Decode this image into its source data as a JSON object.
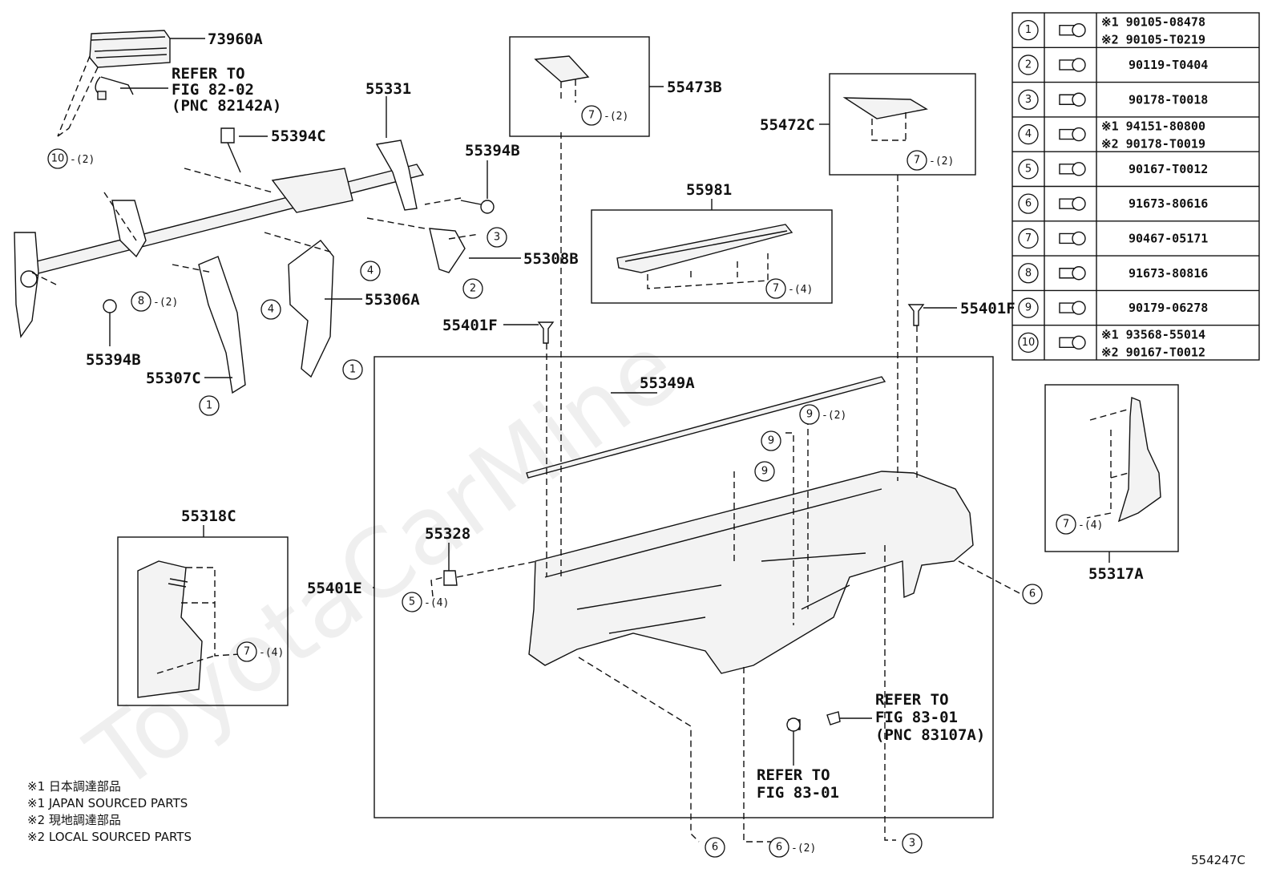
{
  "watermark": "ToyotaCarMine",
  "diagram_id": "554247C",
  "part_labels": {
    "p73960A": "73960A",
    "p55331": "55331",
    "p55394C": "55394C",
    "p55473B": "55473B",
    "p55472C": "55472C",
    "p55394B_top": "55394B",
    "p55981": "55981",
    "p55308B": "55308B",
    "p55306A": "55306A",
    "p55394B_left": "55394B",
    "p55307C": "55307C",
    "p55401F_mid": "55401F",
    "p55401F_right": "55401F",
    "p55349A": "55349A",
    "p55318C": "55318C",
    "p55328": "55328",
    "p55401E": "55401E",
    "p55317A": "55317A"
  },
  "refer_notes": {
    "fig82": [
      "REFER TO",
      "FIG 82-02",
      "(PNC 82142A)"
    ],
    "fig83_pnc": [
      "REFER TO",
      "FIG 83-01",
      "(PNC 83107A)"
    ],
    "fig83": [
      "REFER TO",
      "FIG 83-01"
    ]
  },
  "fastener_callouts": [
    {
      "num": "10",
      "qty": "-(2)"
    },
    {
      "num": "7",
      "qty": "-(2)"
    },
    {
      "num": "7",
      "qty": "-(2)"
    },
    {
      "num": "3",
      "qty": ""
    },
    {
      "num": "2",
      "qty": ""
    },
    {
      "num": "4",
      "qty": ""
    },
    {
      "num": "4",
      "qty": ""
    },
    {
      "num": "8",
      "qty": "-(2)"
    },
    {
      "num": "1",
      "qty": ""
    },
    {
      "num": "1",
      "qty": ""
    },
    {
      "num": "7",
      "qty": "-(4)"
    },
    {
      "num": "9",
      "qty": "-(2)"
    },
    {
      "num": "9",
      "qty": ""
    },
    {
      "num": "9",
      "qty": ""
    },
    {
      "num": "5",
      "qty": "-(4)"
    },
    {
      "num": "7",
      "qty": "-(4)"
    },
    {
      "num": "7",
      "qty": "-(4)"
    },
    {
      "num": "6",
      "qty": ""
    },
    {
      "num": "6",
      "qty": ""
    },
    {
      "num": "6",
      "qty": "-(2)"
    },
    {
      "num": "3",
      "qty": ""
    }
  ],
  "fastener_table": [
    {
      "num": "1",
      "parts": [
        "※1 90105-08478",
        "※2 90105-T0219"
      ]
    },
    {
      "num": "2",
      "parts": [
        "90119-T0404"
      ]
    },
    {
      "num": "3",
      "parts": [
        "90178-T0018"
      ]
    },
    {
      "num": "4",
      "parts": [
        "※1 94151-80800",
        "※2 90178-T0019"
      ]
    },
    {
      "num": "5",
      "parts": [
        "90167-T0012"
      ]
    },
    {
      "num": "6",
      "parts": [
        "91673-80616"
      ]
    },
    {
      "num": "7",
      "parts": [
        "90467-05171"
      ]
    },
    {
      "num": "8",
      "parts": [
        "91673-80816"
      ]
    },
    {
      "num": "9",
      "parts": [
        "90179-06278"
      ]
    },
    {
      "num": "10",
      "parts": [
        "※1 93568-55014",
        "※2 90167-T0012"
      ]
    }
  ],
  "legend": [
    "※1 日本調達部品",
    "※1 JAPAN SOURCED PARTS",
    "※2 現地調達部品",
    "※2 LOCAL SOURCED PARTS"
  ]
}
